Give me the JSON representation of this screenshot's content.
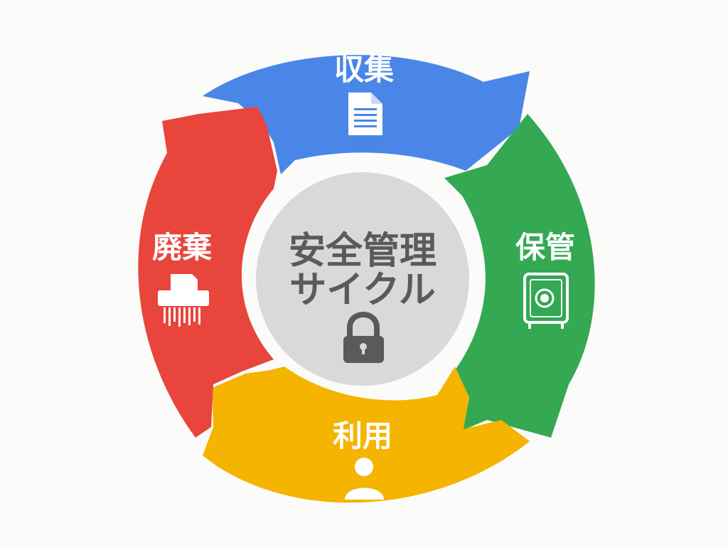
{
  "center": {
    "line1": "安全管理",
    "line2": "サイクル",
    "icon": "lock-icon"
  },
  "stages": [
    {
      "key": "collect",
      "label": "収集",
      "icon": "document-icon",
      "color": "#4a86e8"
    },
    {
      "key": "store",
      "label": "保管",
      "icon": "safe-icon",
      "color": "#34a853"
    },
    {
      "key": "use",
      "label": "利用",
      "icon": "user-icon",
      "color": "#f4b400"
    },
    {
      "key": "dispose",
      "label": "廃棄",
      "icon": "shredder-icon",
      "color": "#e8453c"
    }
  ],
  "colors": {
    "background": "#fbfbf9",
    "center_fill": "#d9d9d9",
    "center_text": "#5a5a5a",
    "icon_light": "#ffffff"
  }
}
